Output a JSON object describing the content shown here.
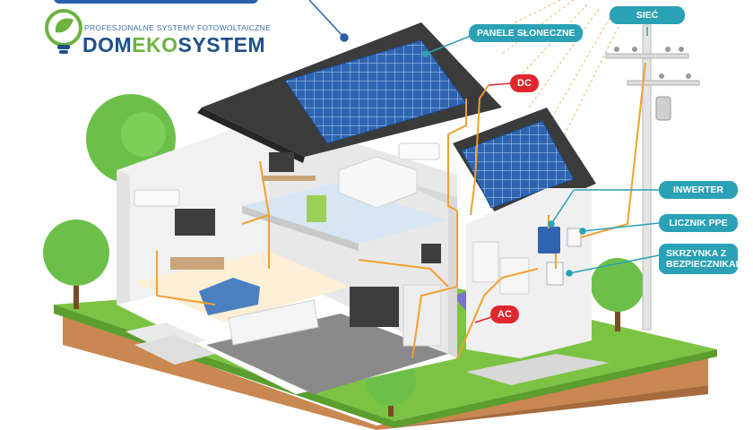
{
  "logo": {
    "tagline": "PROFESJONALNE SYSTEMY FOTOWOLTAICZNE",
    "name_part1": "DOM",
    "name_part2": "EKO",
    "name_part3": "SYSTEM",
    "brand_color": "#1f4f8a",
    "accent_color": "#6cb33f",
    "icon": "lightbulb-leaf-icon"
  },
  "labels": {
    "siec": "SIEĆ",
    "panele": "PANELE SŁONECZNE",
    "dc": "DC",
    "inwerter": "INWERTER",
    "licznik": "LICZNIK PPE",
    "skrzynka_line1": "SKRZYNKA Z",
    "skrzynka_line2": "BEZPIECZNIKAMI",
    "ac": "AC"
  },
  "colors": {
    "callout": "#2aa1b4",
    "tag_red": "#e1262d",
    "wire": "#f0a030",
    "grass": "#7cc343",
    "soil": "#c98752",
    "panel": "#2f64b0",
    "roof": "#3b3b3b"
  }
}
